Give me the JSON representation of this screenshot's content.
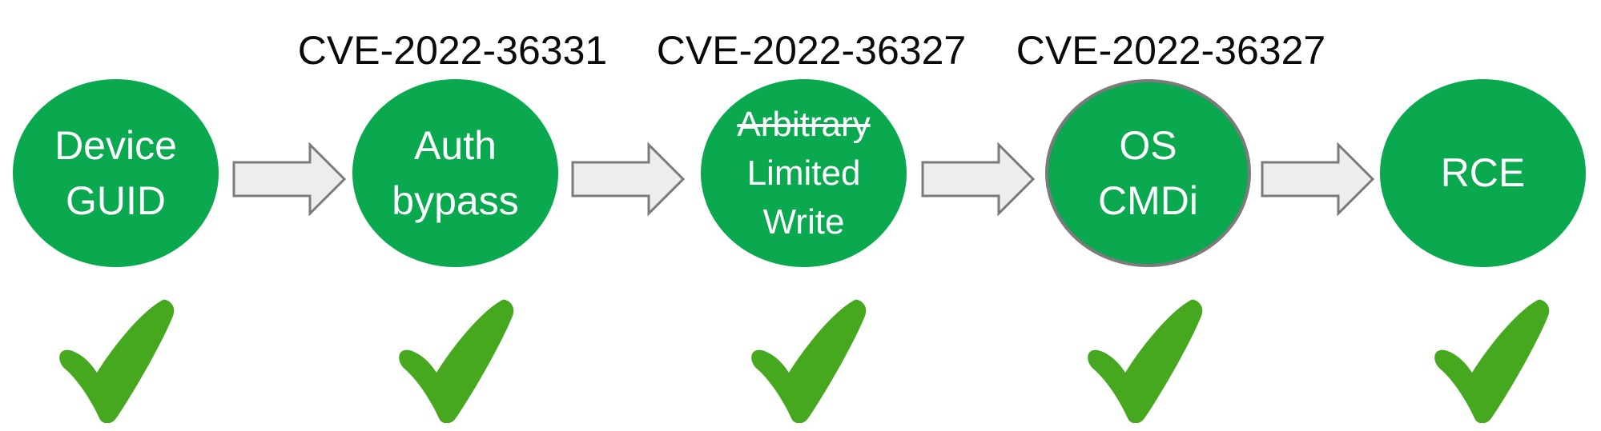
{
  "colors": {
    "background": "#ffffff",
    "node_fill": "#0aa84f",
    "node_text": "#ffffff",
    "cve_label_text": "#0a0a0a",
    "checkmark_green": "#45a81f",
    "arrow_fill": "#ededed",
    "arrow_border": "#7b7b7b",
    "os_cmdi_ring": "#7b7b7b"
  },
  "icons": {
    "arrow": "right-arrow-icon",
    "check": "check-icon"
  },
  "chain": {
    "nodes": [
      {
        "id": "device-guid",
        "lines": [
          "Device",
          "GUID"
        ],
        "achieved": true
      },
      {
        "id": "auth-bypass",
        "lines": [
          "Auth",
          "bypass"
        ],
        "cve": "CVE-2022-36331",
        "achieved": true
      },
      {
        "id": "limited-write",
        "lines": [
          "Arbitrary",
          "Limited",
          "Write"
        ],
        "struck_line_index": 0,
        "cve": "CVE-2022-36327",
        "achieved": true
      },
      {
        "id": "os-cmdi",
        "lines": [
          "OS",
          "CMDi"
        ],
        "cve": "CVE-2022-36327",
        "achieved": true,
        "ringed": true
      },
      {
        "id": "rce",
        "lines": [
          "RCE"
        ],
        "achieved": true
      }
    ]
  }
}
